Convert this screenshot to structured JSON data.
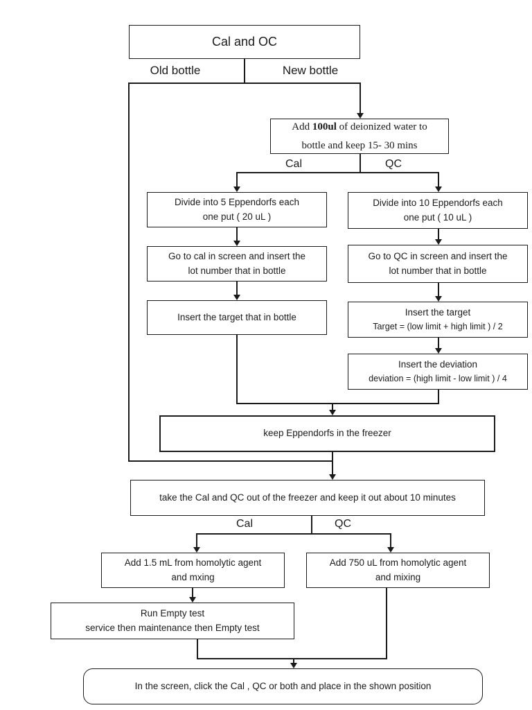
{
  "title": "Cal and OC",
  "branch_top": {
    "left": "Old bottle",
    "right": "New bottle"
  },
  "labels": {
    "cal": "Cal",
    "qc": "QC"
  },
  "colors": {
    "line": "#1a1a1a",
    "border": "#1a1a1a",
    "background": "#ffffff",
    "text": "#1a1a1a"
  },
  "nodes": {
    "add_water": {
      "line1_pre": "Add ",
      "line1_bold": "100ul",
      "line1_post": " of deionized water to",
      "line2": "bottle and keep 15- 30 mins"
    },
    "divide_cal": {
      "line1": "Divide  into 5 Eppendorfs each",
      "line2": "one put ( 20 uL )"
    },
    "divide_qc": {
      "line1": "Divide  into 10 Eppendorfs each",
      "line2": "one put ( 10 uL )"
    },
    "go_cal": {
      "line1": "Go to cal in screen and insert the",
      "line2": "lot number that in bottle"
    },
    "go_qc": {
      "line1": "Go to QC in screen and insert the",
      "line2": "lot number that in bottle"
    },
    "target_cal": {
      "line1": "Insert the target that in bottle"
    },
    "target_qc": {
      "line1": "Insert the target",
      "line2": "Target = (low limit + high limit ) / 2"
    },
    "deviation_qc": {
      "line1": "Insert the deviation",
      "line2": "deviation = (high limit - low limit ) / 4"
    },
    "freezer": {
      "line1": "keep Eppendorfs in the freezer"
    },
    "take_out": {
      "line1": "take the Cal and QC out of the freezer and keep it out about 10 minutes"
    },
    "add_cal": {
      "line1": "Add 1.5 mL from homolytic agent",
      "line2": "and mxing"
    },
    "add_qc": {
      "line1": "Add 750 uL from homolytic agent",
      "line2": "and mixing"
    },
    "run_empty": {
      "line1": "Run Empty test",
      "line2": "service  then maintenance then Empty test"
    },
    "final": {
      "line1": "In the screen, click the Cal , QC or both and place in the shown position"
    }
  }
}
